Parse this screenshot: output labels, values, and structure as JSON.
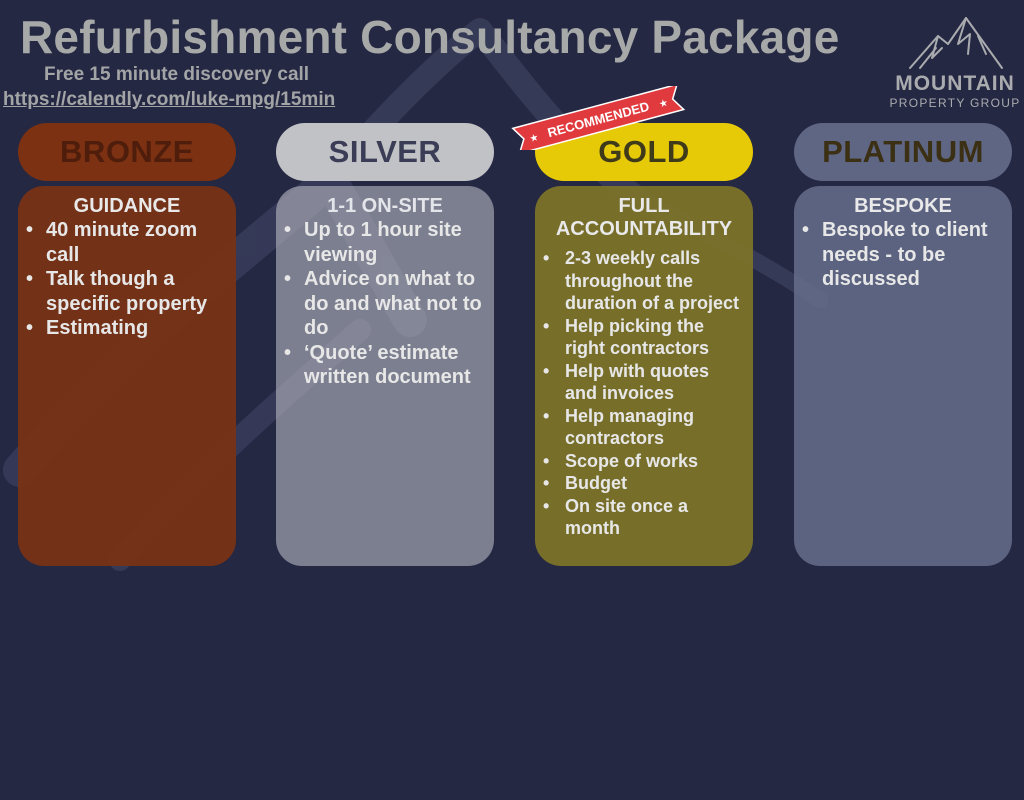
{
  "header": {
    "title": "Refurbishment Consultancy Package",
    "subtitle": "Free 15 minute discovery call",
    "link": "https://calendly.com/luke-mpg/15min"
  },
  "logo": {
    "name": "MOUNTAIN",
    "tagline": "PROPERTY GROUP",
    "icon": "mountain-icon"
  },
  "ribbon": {
    "label": "RECOMMENDED",
    "color": "#e03a3e"
  },
  "packages": [
    {
      "tier": "BRONZE",
      "heading": "GUIDANCE",
      "color": "#7b3112",
      "items": [
        "40 minute zoom call",
        "Talk though a specific property",
        "Estimating"
      ]
    },
    {
      "tier": "SILVER",
      "heading": "1-1 ON-SITE",
      "color": "#c1c2c5",
      "items": [
        "Up to 1 hour site viewing",
        "Advice on what to do and what not to do",
        "‘Quote’ estimate written document"
      ]
    },
    {
      "tier": "GOLD",
      "heading": "FULL ACCOUNTABILITY",
      "color": "#e6ca07",
      "items": [
        "2-3 weekly calls throughout the duration of a project",
        "Help picking the right contractors",
        "Help with quotes and invoices",
        "Help managing contractors",
        "Scope of works",
        "Budget",
        "On site once a month"
      ]
    },
    {
      "tier": "PLATINUM",
      "heading": "BESPOKE",
      "color": "#5f6684",
      "items": [
        "Bespoke to client needs - to be discussed"
      ]
    }
  ]
}
